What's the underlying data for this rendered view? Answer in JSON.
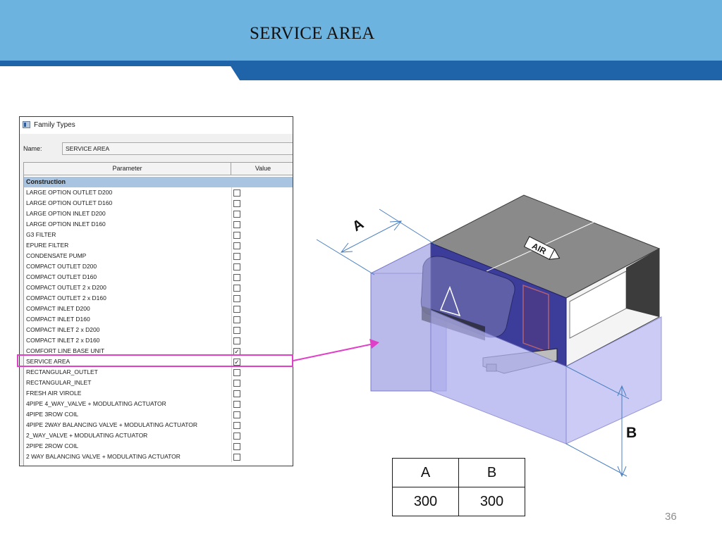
{
  "slide": {
    "title": "SERVICE AREA",
    "page_number": "36"
  },
  "colors": {
    "header_band": "#6db3e0",
    "header_stripe": "#1f63a8",
    "highlight": "#e040c8",
    "service_volume": "#a9a9ee",
    "dimension_line": "#4a7fc0",
    "arrow": "#e040c8"
  },
  "dialog": {
    "title": "Family Types",
    "name_label": "Name:",
    "name_value": "SERVICE AREA",
    "columns": {
      "parameter": "Parameter",
      "value": "Value"
    },
    "group": "Construction",
    "rows": [
      {
        "label": "LARGE OPTION OUTLET D200",
        "checked": false
      },
      {
        "label": "LARGE OPTION OUTLET D160",
        "checked": false
      },
      {
        "label": "LARGE OPTION INLET D200",
        "checked": false
      },
      {
        "label": "LARGE OPTION INLET D160",
        "checked": false
      },
      {
        "label": "G3 FILTER",
        "checked": false
      },
      {
        "label": "EPURE FILTER",
        "checked": false
      },
      {
        "label": "CONDENSATE PUMP",
        "checked": false
      },
      {
        "label": "COMPACT OUTLET D200",
        "checked": false
      },
      {
        "label": "COMPACT OUTLET D160",
        "checked": false
      },
      {
        "label": "COMPACT OUTLET 2 x D200",
        "checked": false
      },
      {
        "label": "COMPACT OUTLET 2 x D160",
        "checked": false
      },
      {
        "label": "COMPACT INLET D200",
        "checked": false
      },
      {
        "label": "COMPACT INLET D160",
        "checked": false
      },
      {
        "label": "COMPACT INLET 2 x D200",
        "checked": false
      },
      {
        "label": "COMPACT INLET 2 x D160",
        "checked": false
      },
      {
        "label": "COMFORT LINE BASE UNIT",
        "checked": true
      },
      {
        "label": "SERVICE AREA",
        "checked": true
      },
      {
        "label": "RECTANGULAR_OUTLET",
        "checked": false
      },
      {
        "label": "RECTANGULAR_INLET",
        "checked": false
      },
      {
        "label": "FRESH AIR VIROLE",
        "checked": false
      },
      {
        "label": "4PIPE 4_WAY_VALVE + MODULATING ACTUATOR",
        "checked": false
      },
      {
        "label": "4PIPE 3ROW  COIL",
        "checked": false
      },
      {
        "label": "4PIPE 2WAY BALANCING VALVE + MODULATING ACTUATOR",
        "checked": false
      },
      {
        "label": "2_WAY_VALVE + MODULATING ACTUATOR",
        "checked": false
      },
      {
        "label": "2PIPE 2ROW COIL",
        "checked": false
      },
      {
        "label": "2 WAY BALANCING VALVE + MODULATING ACTUATOR",
        "checked": false
      }
    ]
  },
  "drawing": {
    "dimension_a_label": "A",
    "dimension_b_label": "B",
    "unit_label": "AIR"
  },
  "dimensions_table": {
    "headers": [
      "A",
      "B"
    ],
    "values": [
      "300",
      "300"
    ]
  }
}
